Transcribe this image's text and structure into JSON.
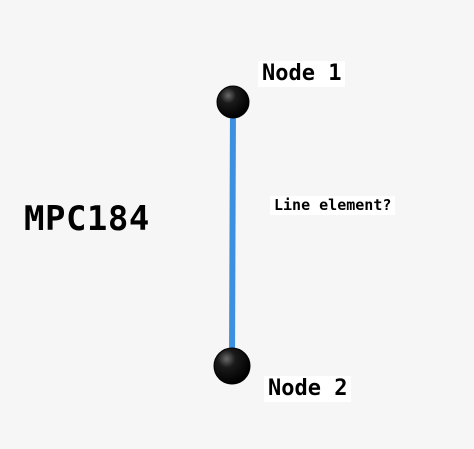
{
  "diagram": {
    "title": "MPC184",
    "nodes": [
      {
        "label": "Node 1"
      },
      {
        "label": "Node 2"
      }
    ],
    "edge": {
      "label": "Line element?",
      "from": "Node 1",
      "to": "Node 2"
    }
  },
  "colors": {
    "background": "#f6f6f6",
    "edge": "#3d8fe0",
    "node": "#000000",
    "text": "#000000"
  }
}
